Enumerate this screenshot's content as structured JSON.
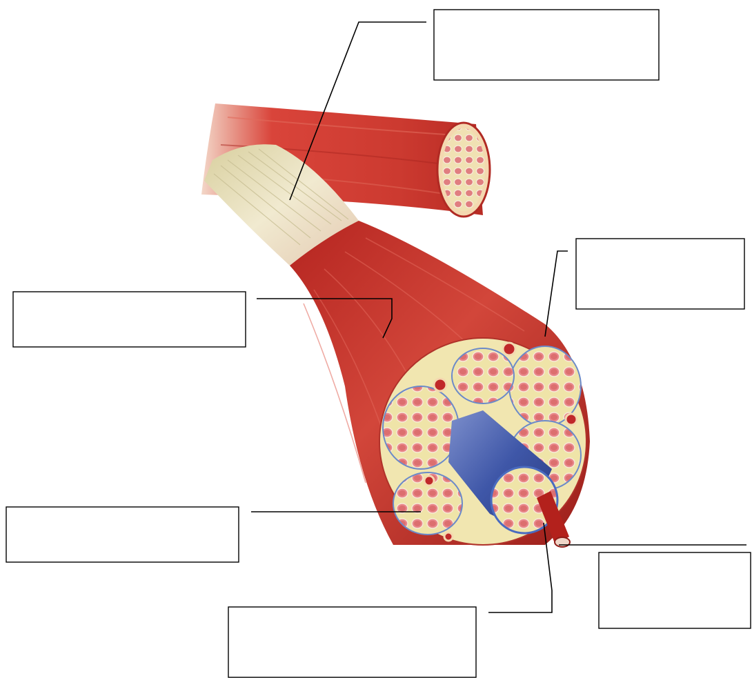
{
  "diagram": {
    "subject": "muscle-cross-section",
    "labels": [
      {
        "id": "tendon",
        "text": ""
      },
      {
        "id": "epimysium",
        "text": ""
      },
      {
        "id": "muscle-belly",
        "text": ""
      },
      {
        "id": "fascicle",
        "text": ""
      },
      {
        "id": "blood-vessel",
        "text": ""
      },
      {
        "id": "nerve",
        "text": ""
      }
    ]
  },
  "colors": {
    "muscle_red": "#c9302c",
    "muscle_dark": "#8f1c18",
    "tendon_cream": "#e8e0c0",
    "perimysium_yellow": "#efe4a8",
    "fiber_pink": "#e9868a",
    "nerve_blue": "#3f57a8",
    "vessel_red": "#b3211c"
  }
}
